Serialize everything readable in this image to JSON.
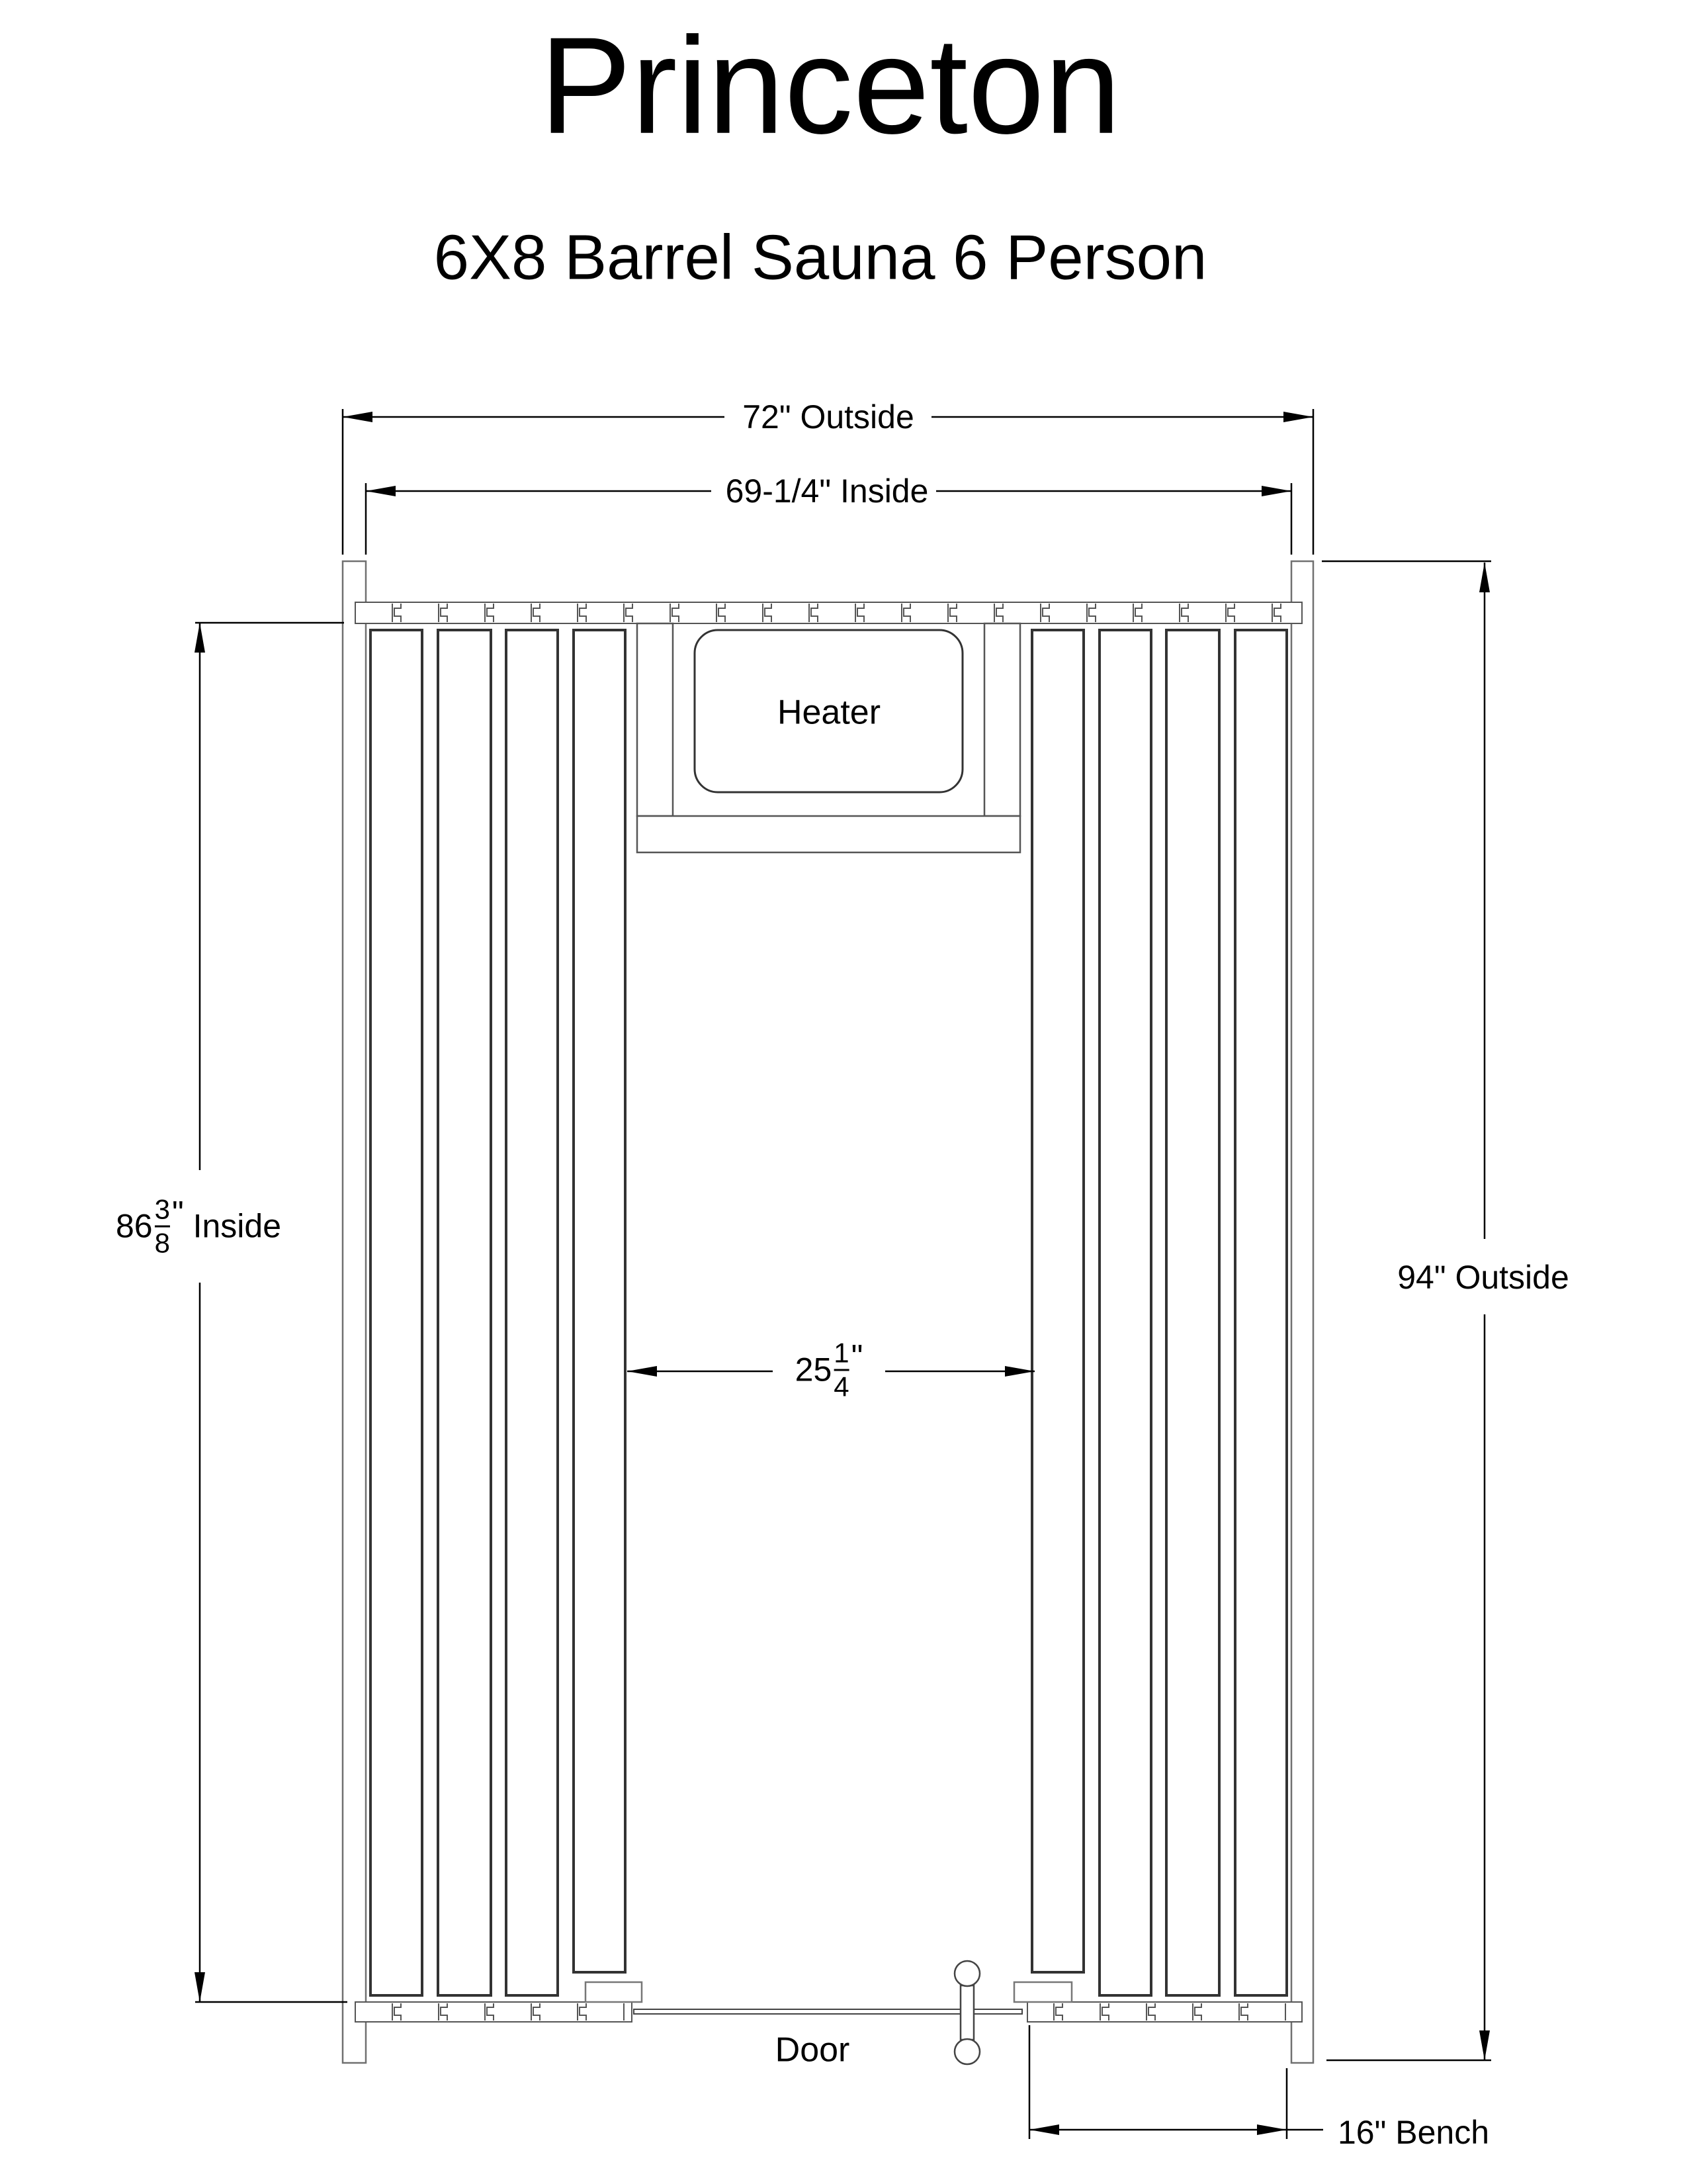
{
  "title": "Princeton",
  "subtitle": "6X8 Barrel Sauna 6 Person",
  "drawing": {
    "heater_label": "Heater",
    "door_label": "Door"
  },
  "dimensions": {
    "outside_width": "72\" Outside",
    "inside_width": "69-1/4\" Inside",
    "inside_length": {
      "whole": "86",
      "num": "3",
      "den": "8",
      "inch": "\"",
      "rest": " Inside"
    },
    "outside_length": "94\" Outside",
    "aisle_width": {
      "whole": "25",
      "num": "1",
      "den": "4",
      "inch": "\"",
      "rest": ""
    },
    "bench_depth": "16\" Bench"
  },
  "colors": {
    "background": "#ffffff",
    "dimension_lines": "#000000",
    "structure_lines": "#5a5a5a",
    "plank_lines": "#333333",
    "text": "#000000"
  }
}
